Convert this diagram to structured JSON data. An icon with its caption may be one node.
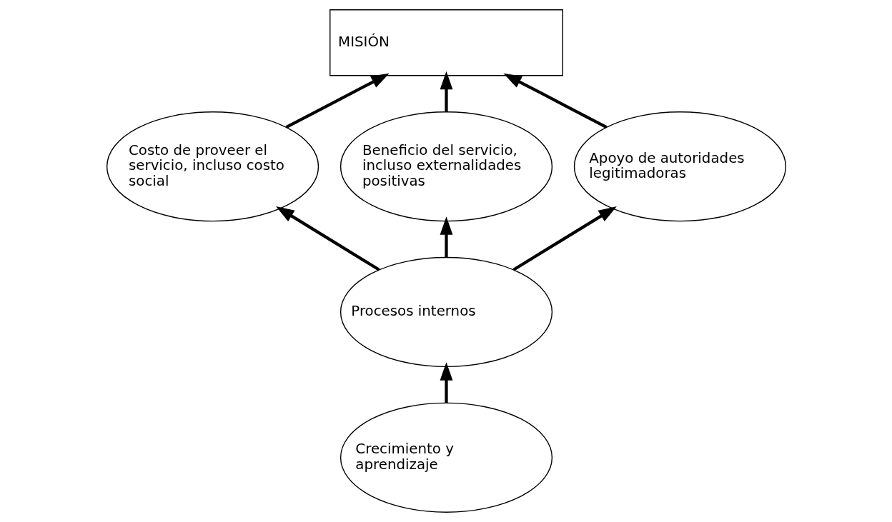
{
  "diagram": {
    "nodes": [
      {
        "text": [
          "MISIÓN"
        ]
      },
      {
        "text": [
          "Costo de proveer el servicio, incluso costo social"
        ]
      },
      {
        "text": [
          "Beneficio del servicio, incluso externalidades positivas"
        ]
      },
      {
        "text": [
          "Apoyo de autoridades legitimadoras"
        ]
      },
      {
        "text": [
          "Procesos internos"
        ]
      },
      {
        "text": [
          "Crecimiento y aprendizaje"
        ]
      }
    ],
    "edges": [
      {
        "from": 1,
        "to": 0,
        "arrow": "to"
      },
      {
        "from": 2,
        "to": 0,
        "arrow": "to"
      },
      {
        "from": 3,
        "to": 0,
        "arrow": "to"
      },
      {
        "from": 4,
        "to": 1,
        "arrow": "to"
      },
      {
        "from": 4,
        "to": 2,
        "arrow": "to"
      },
      {
        "from": 4,
        "to": 3,
        "arrow": "to"
      },
      {
        "from": 5,
        "to": 4,
        "arrow": "to"
      }
    ]
  }
}
